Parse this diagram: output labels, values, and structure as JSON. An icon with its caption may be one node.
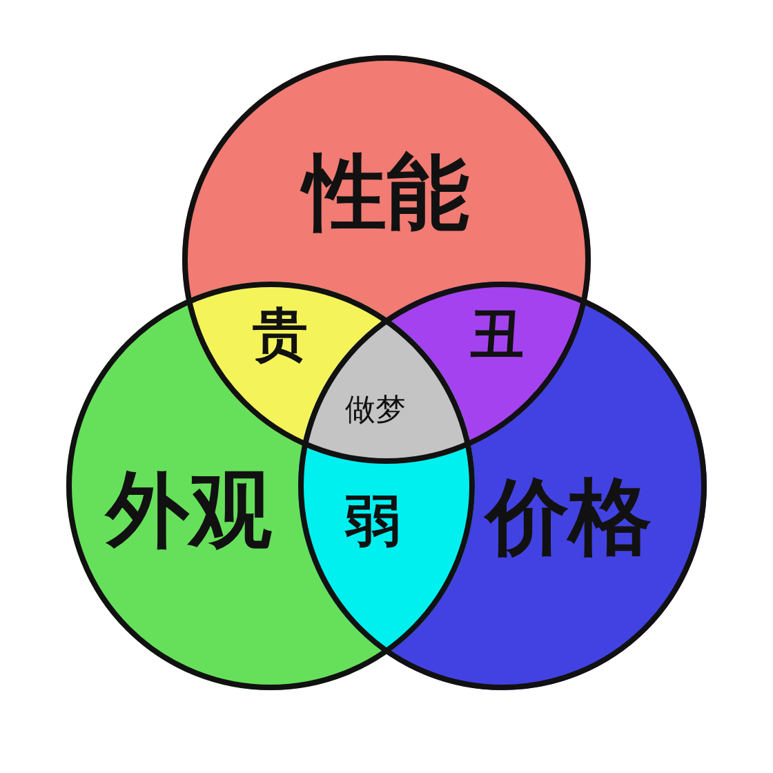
{
  "diagram": {
    "nodes": [
      {
        "text": [
          "性能"
        ]
      },
      {
        "text": [
          "外观"
        ]
      },
      {
        "text": [
          "价格"
        ]
      }
    ],
    "labels": [
      "贵",
      "丑",
      "做梦",
      "弱"
    ]
  }
}
